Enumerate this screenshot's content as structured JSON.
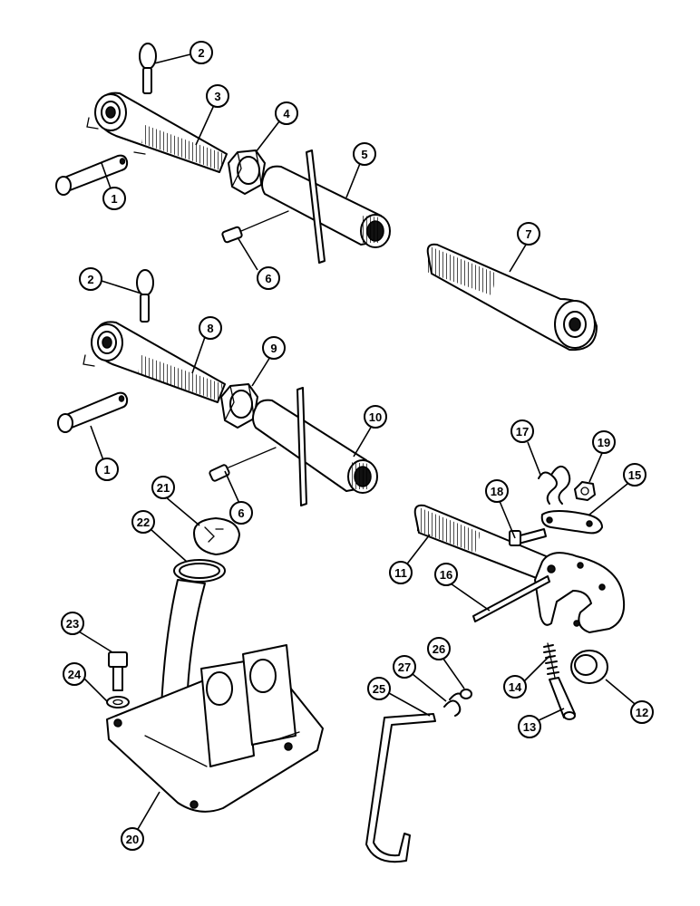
{
  "callouts": [
    {
      "id": "c1a",
      "label": "1"
    },
    {
      "id": "c1b",
      "label": "1"
    },
    {
      "id": "c2a",
      "label": "2"
    },
    {
      "id": "c2b",
      "label": "2"
    },
    {
      "id": "c3",
      "label": "3"
    },
    {
      "id": "c4",
      "label": "4"
    },
    {
      "id": "c5",
      "label": "5"
    },
    {
      "id": "c6a",
      "label": "6"
    },
    {
      "id": "c6b",
      "label": "6"
    },
    {
      "id": "c7",
      "label": "7"
    },
    {
      "id": "c8",
      "label": "8"
    },
    {
      "id": "c9",
      "label": "9"
    },
    {
      "id": "c10",
      "label": "10"
    },
    {
      "id": "c11",
      "label": "11"
    },
    {
      "id": "c12",
      "label": "12"
    },
    {
      "id": "c13",
      "label": "13"
    },
    {
      "id": "c14",
      "label": "14"
    },
    {
      "id": "c15",
      "label": "15"
    },
    {
      "id": "c16",
      "label": "16"
    },
    {
      "id": "c17",
      "label": "17"
    },
    {
      "id": "c18",
      "label": "18"
    },
    {
      "id": "c19",
      "label": "19"
    },
    {
      "id": "c20",
      "label": "20"
    },
    {
      "id": "c21",
      "label": "21"
    },
    {
      "id": "c22",
      "label": "22"
    },
    {
      "id": "c23",
      "label": "23"
    },
    {
      "id": "c24",
      "label": "24"
    },
    {
      "id": "c25",
      "label": "25"
    },
    {
      "id": "c26",
      "label": "26"
    },
    {
      "id": "c27",
      "label": "27"
    }
  ]
}
